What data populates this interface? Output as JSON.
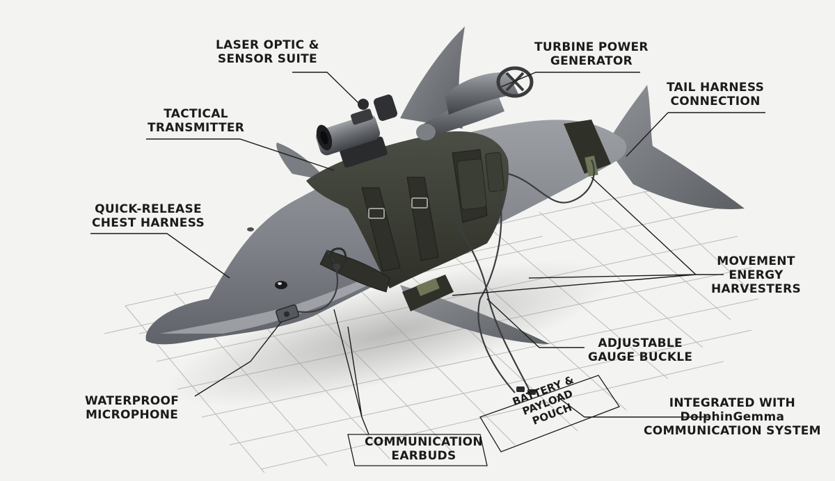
{
  "labels": {
    "laser_optic": [
      "LASER OPTIC &",
      "SENSOR SUITE"
    ],
    "turbine": [
      "TURBINE POWER",
      "GENERATOR"
    ],
    "tail_harness": [
      "TAIL HARNESS",
      "CONNECTION"
    ],
    "transmitter": [
      "TACTICAL",
      "TRANSMITTER"
    ],
    "chest_harness": [
      "QUICK-RELEASE",
      "CHEST HARNESS"
    ],
    "energy": [
      "MOVEMENT",
      "ENERGY",
      "HARVESTERS"
    ],
    "buckle": [
      "ADJUSTABLE",
      "GAUGE BUCKLE"
    ],
    "microphone": [
      "WATERPROOF",
      "MICROPHONE"
    ],
    "earbuds": [
      "COMMUNICATION",
      "EARBUDS"
    ],
    "battery": [
      "BATTERY &",
      "PAYLOAD",
      "POUCH"
    ],
    "dolphingemma": [
      "INTEGRATED WITH",
      "DolphinGemma",
      "COMMUNICATION SYSTEM"
    ]
  },
  "colors": {
    "background": "#f3f3f1",
    "dolphin_body": "#8a8d92",
    "dolphin_belly": "#c9cbce",
    "harness": "#3d4036",
    "strap_green": "#6e7657",
    "leader_line": "#1b1b1b",
    "grid": "#b9b9b9"
  },
  "icons": [
    "laser-optic-icon",
    "turbine-icon",
    "microphone-icon",
    "earbud-icon"
  ]
}
